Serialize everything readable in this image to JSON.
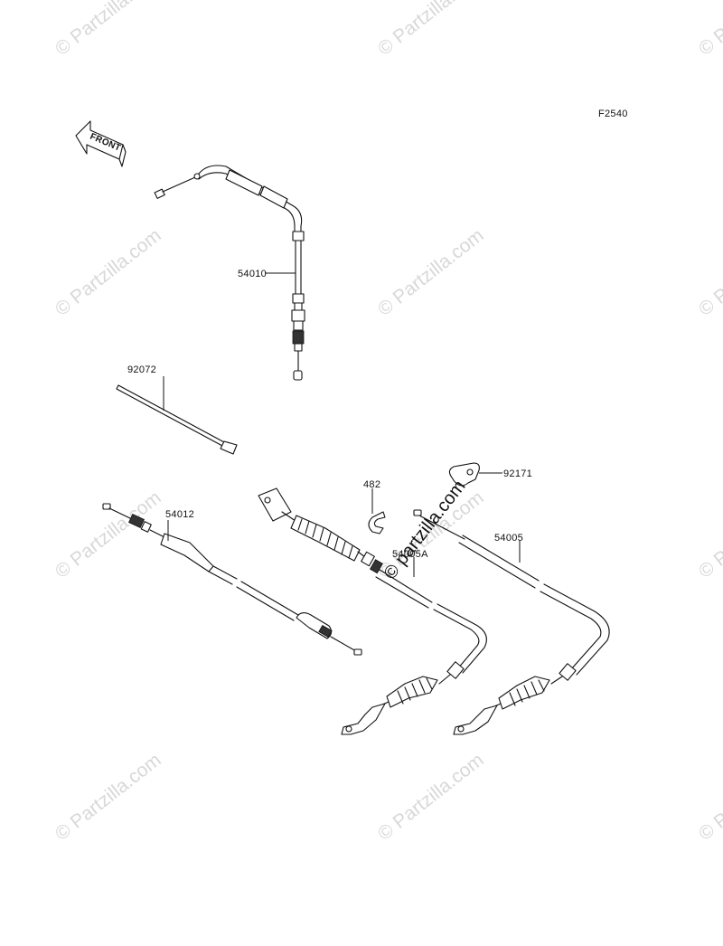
{
  "figure_code": "F2540",
  "front_arrow": {
    "text": "FRONT",
    "icon": "front-arrow-icon"
  },
  "parts": [
    {
      "number": "54010"
    },
    {
      "number": "92072"
    },
    {
      "number": "54012"
    },
    {
      "number": "482"
    },
    {
      "number": "54005A"
    },
    {
      "number": "92171"
    },
    {
      "number": "54005"
    }
  ],
  "watermark": {
    "text": "© Partzilla.com",
    "overlay_text": "© partzilla.com"
  },
  "colors": {
    "line": "#111111",
    "watermark": "#d8d8d8",
    "background": "#ffffff"
  }
}
